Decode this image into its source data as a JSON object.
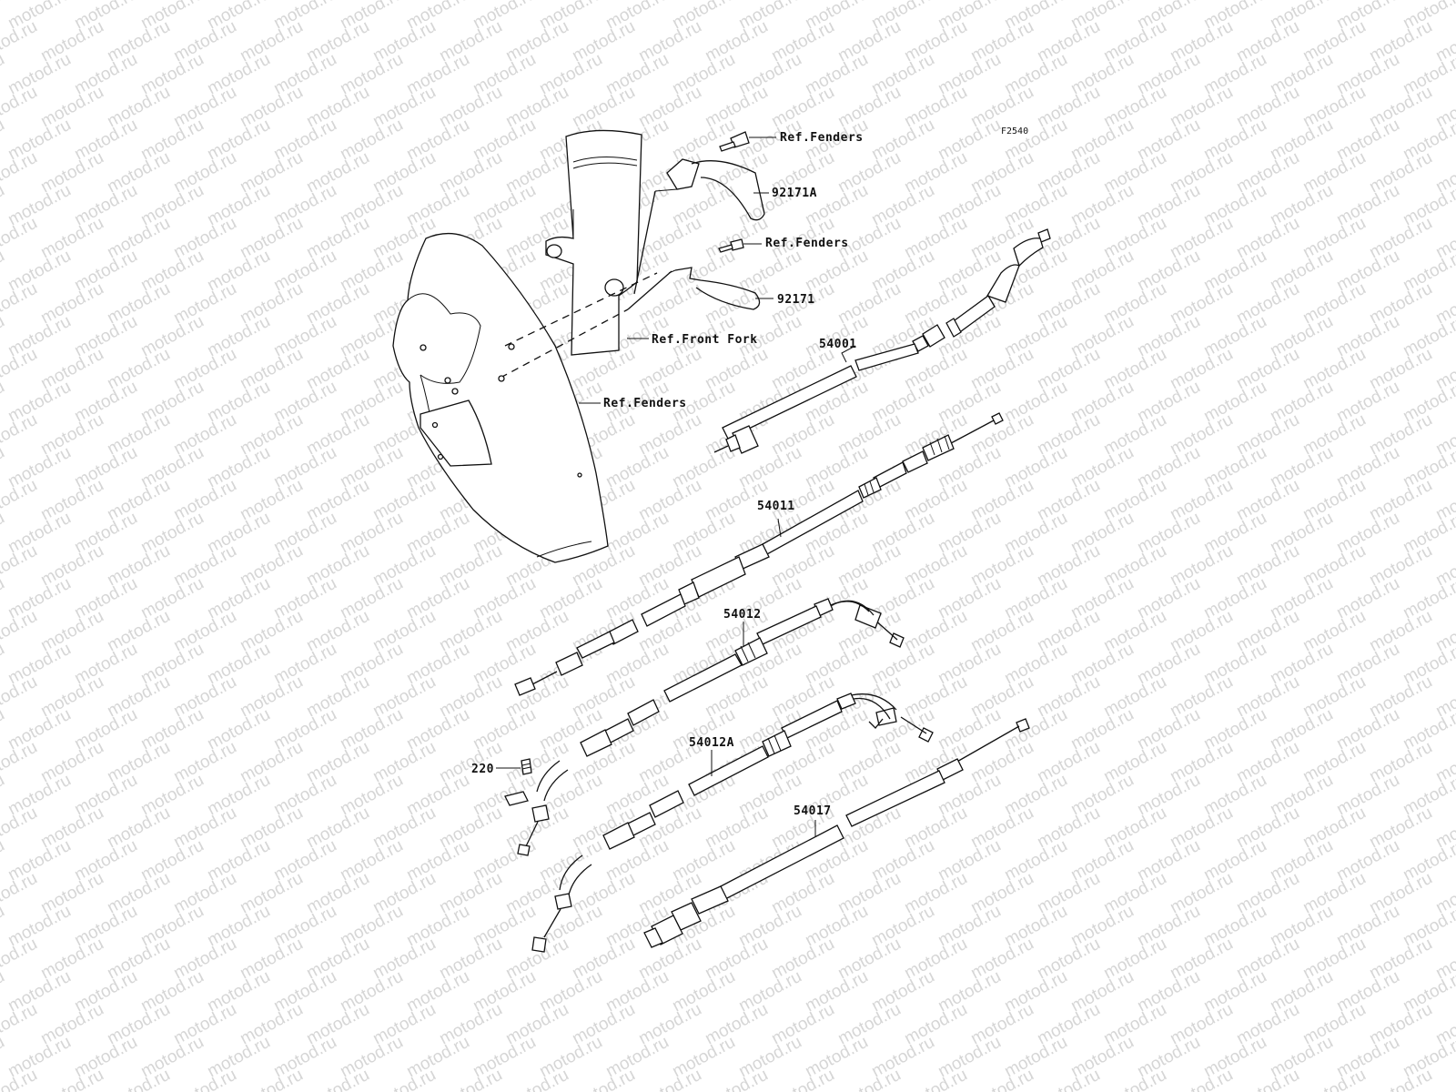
{
  "diagram_code": "F2540",
  "watermark": "motod.ru",
  "labels": {
    "ref_fenders_top": "Ref.Fenders",
    "bracket_a": "92171A",
    "ref_fenders_mid": "Ref.Fenders",
    "bracket": "92171",
    "ref_front_fork": "Ref.Front Fork",
    "ref_fenders_low": "Ref.Fenders",
    "speedo_cable": "54001",
    "clutch_cable": "54011",
    "throttle_cable": "54012",
    "throttle_cable_a": "54012A",
    "choke_cable": "54017",
    "screw": "220"
  }
}
